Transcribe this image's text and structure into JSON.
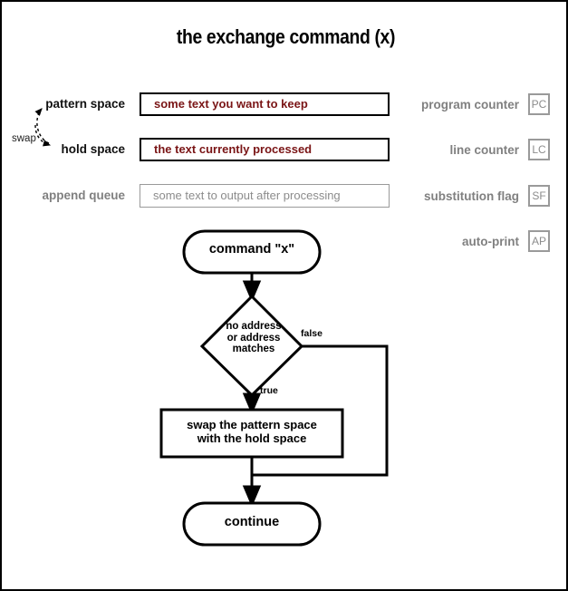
{
  "title": "the exchange command (x)",
  "colors": {
    "value_text": "#7a1516",
    "muted": "#808080",
    "stroke": "#000000"
  },
  "registers_left": [
    {
      "label": "pattern space",
      "label_style": "dark",
      "value": "some text you want to keep",
      "box_style": "strong"
    },
    {
      "label": "hold space",
      "label_style": "dark",
      "value": "the text currently processed",
      "box_style": "strong"
    },
    {
      "label": "append queue",
      "label_style": "gray",
      "value": "some text to output after processing",
      "box_style": "weak"
    }
  ],
  "registers_right": [
    {
      "label": "program counter",
      "abbr": "PC"
    },
    {
      "label": "line counter",
      "abbr": "LC"
    },
    {
      "label": "substitution flag",
      "abbr": "SF"
    },
    {
      "label": "auto-print",
      "abbr": "AP"
    }
  ],
  "annotation": {
    "swap_label": "swap"
  },
  "flowchart": {
    "start": "command \"x\"",
    "decision": "no address\nor address\nmatches",
    "action": "swap the pattern space\nwith the hold space",
    "end": "continue",
    "edge_true": "true",
    "edge_false": "false"
  }
}
